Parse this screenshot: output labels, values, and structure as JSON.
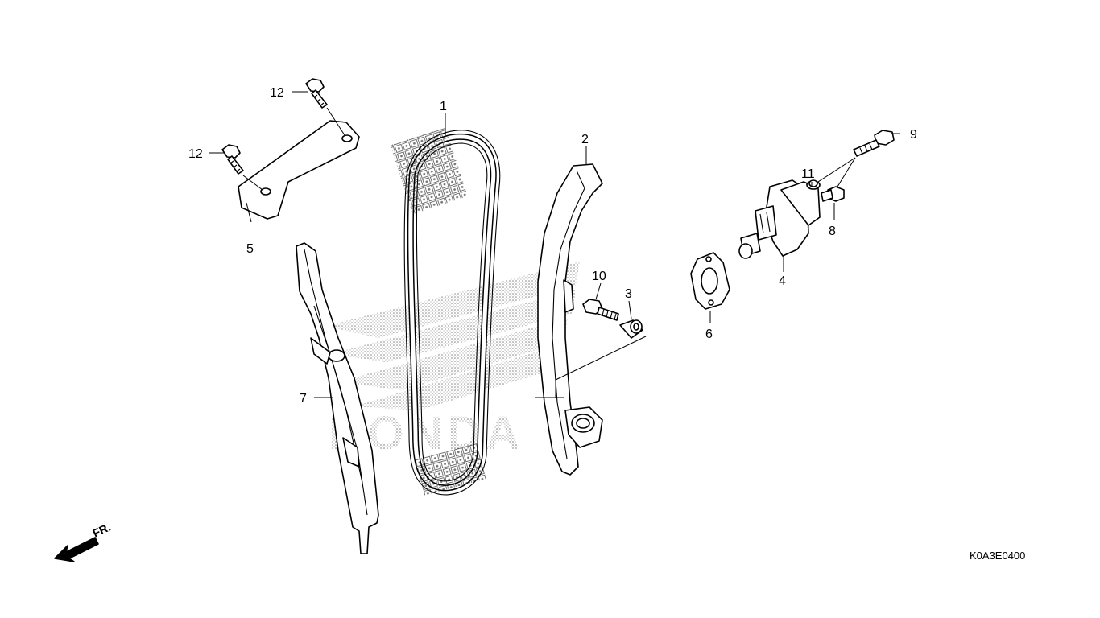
{
  "diagram": {
    "reference_code": "K0A3E0400",
    "front_marker": "FR.",
    "watermark": "HONDA",
    "callouts": [
      "1",
      "2",
      "3",
      "4",
      "5",
      "6",
      "7",
      "8",
      "9",
      "10",
      "11",
      "12",
      "12"
    ]
  }
}
